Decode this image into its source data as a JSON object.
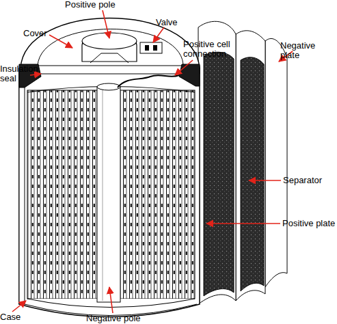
{
  "diagram": {
    "labels": [
      "Positive pole",
      "Valve",
      "Cover",
      "Positive cell connection",
      "Negative plate",
      "Insulation seal",
      "Separator",
      "Positive plate",
      "Case",
      "Negative pole"
    ]
  }
}
